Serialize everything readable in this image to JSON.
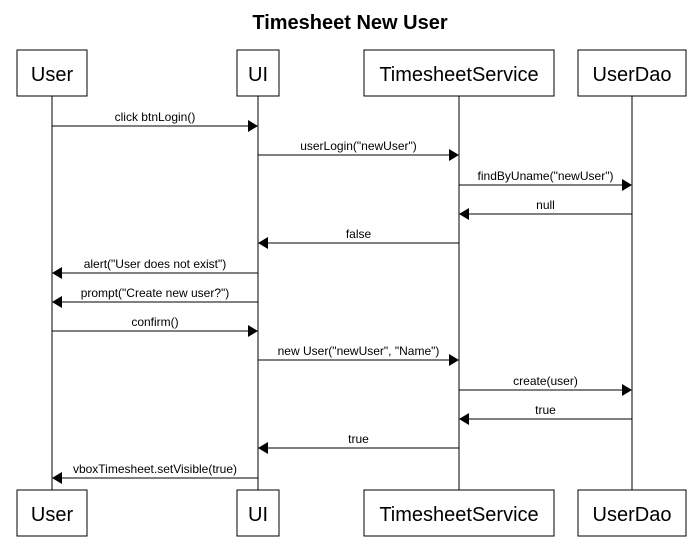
{
  "diagram": {
    "title": "Timesheet New User",
    "participants": [
      {
        "id": "user",
        "label": "User"
      },
      {
        "id": "ui",
        "label": "UI"
      },
      {
        "id": "service",
        "label": "TimesheetService"
      },
      {
        "id": "dao",
        "label": "UserDao"
      }
    ],
    "messages": [
      {
        "from": "user",
        "to": "ui",
        "label": "click btnLogin()"
      },
      {
        "from": "ui",
        "to": "service",
        "label": "userLogin(\"newUser\")"
      },
      {
        "from": "service",
        "to": "dao",
        "label": "findByUname(\"newUser\")"
      },
      {
        "from": "dao",
        "to": "service",
        "label": "null"
      },
      {
        "from": "service",
        "to": "ui",
        "label": "false"
      },
      {
        "from": "ui",
        "to": "user",
        "label": "alert(\"User does not exist\")"
      },
      {
        "from": "ui",
        "to": "user",
        "label": "prompt(\"Create new user?\")"
      },
      {
        "from": "user",
        "to": "ui",
        "label": "confirm()"
      },
      {
        "from": "ui",
        "to": "service",
        "label": "new User(\"newUser\", \"Name\")"
      },
      {
        "from": "service",
        "to": "dao",
        "label": "create(user)"
      },
      {
        "from": "dao",
        "to": "service",
        "label": "true"
      },
      {
        "from": "service",
        "to": "ui",
        "label": "true"
      },
      {
        "from": "ui",
        "to": "user",
        "label": "vboxTimesheet.setVisible(true)"
      }
    ]
  }
}
